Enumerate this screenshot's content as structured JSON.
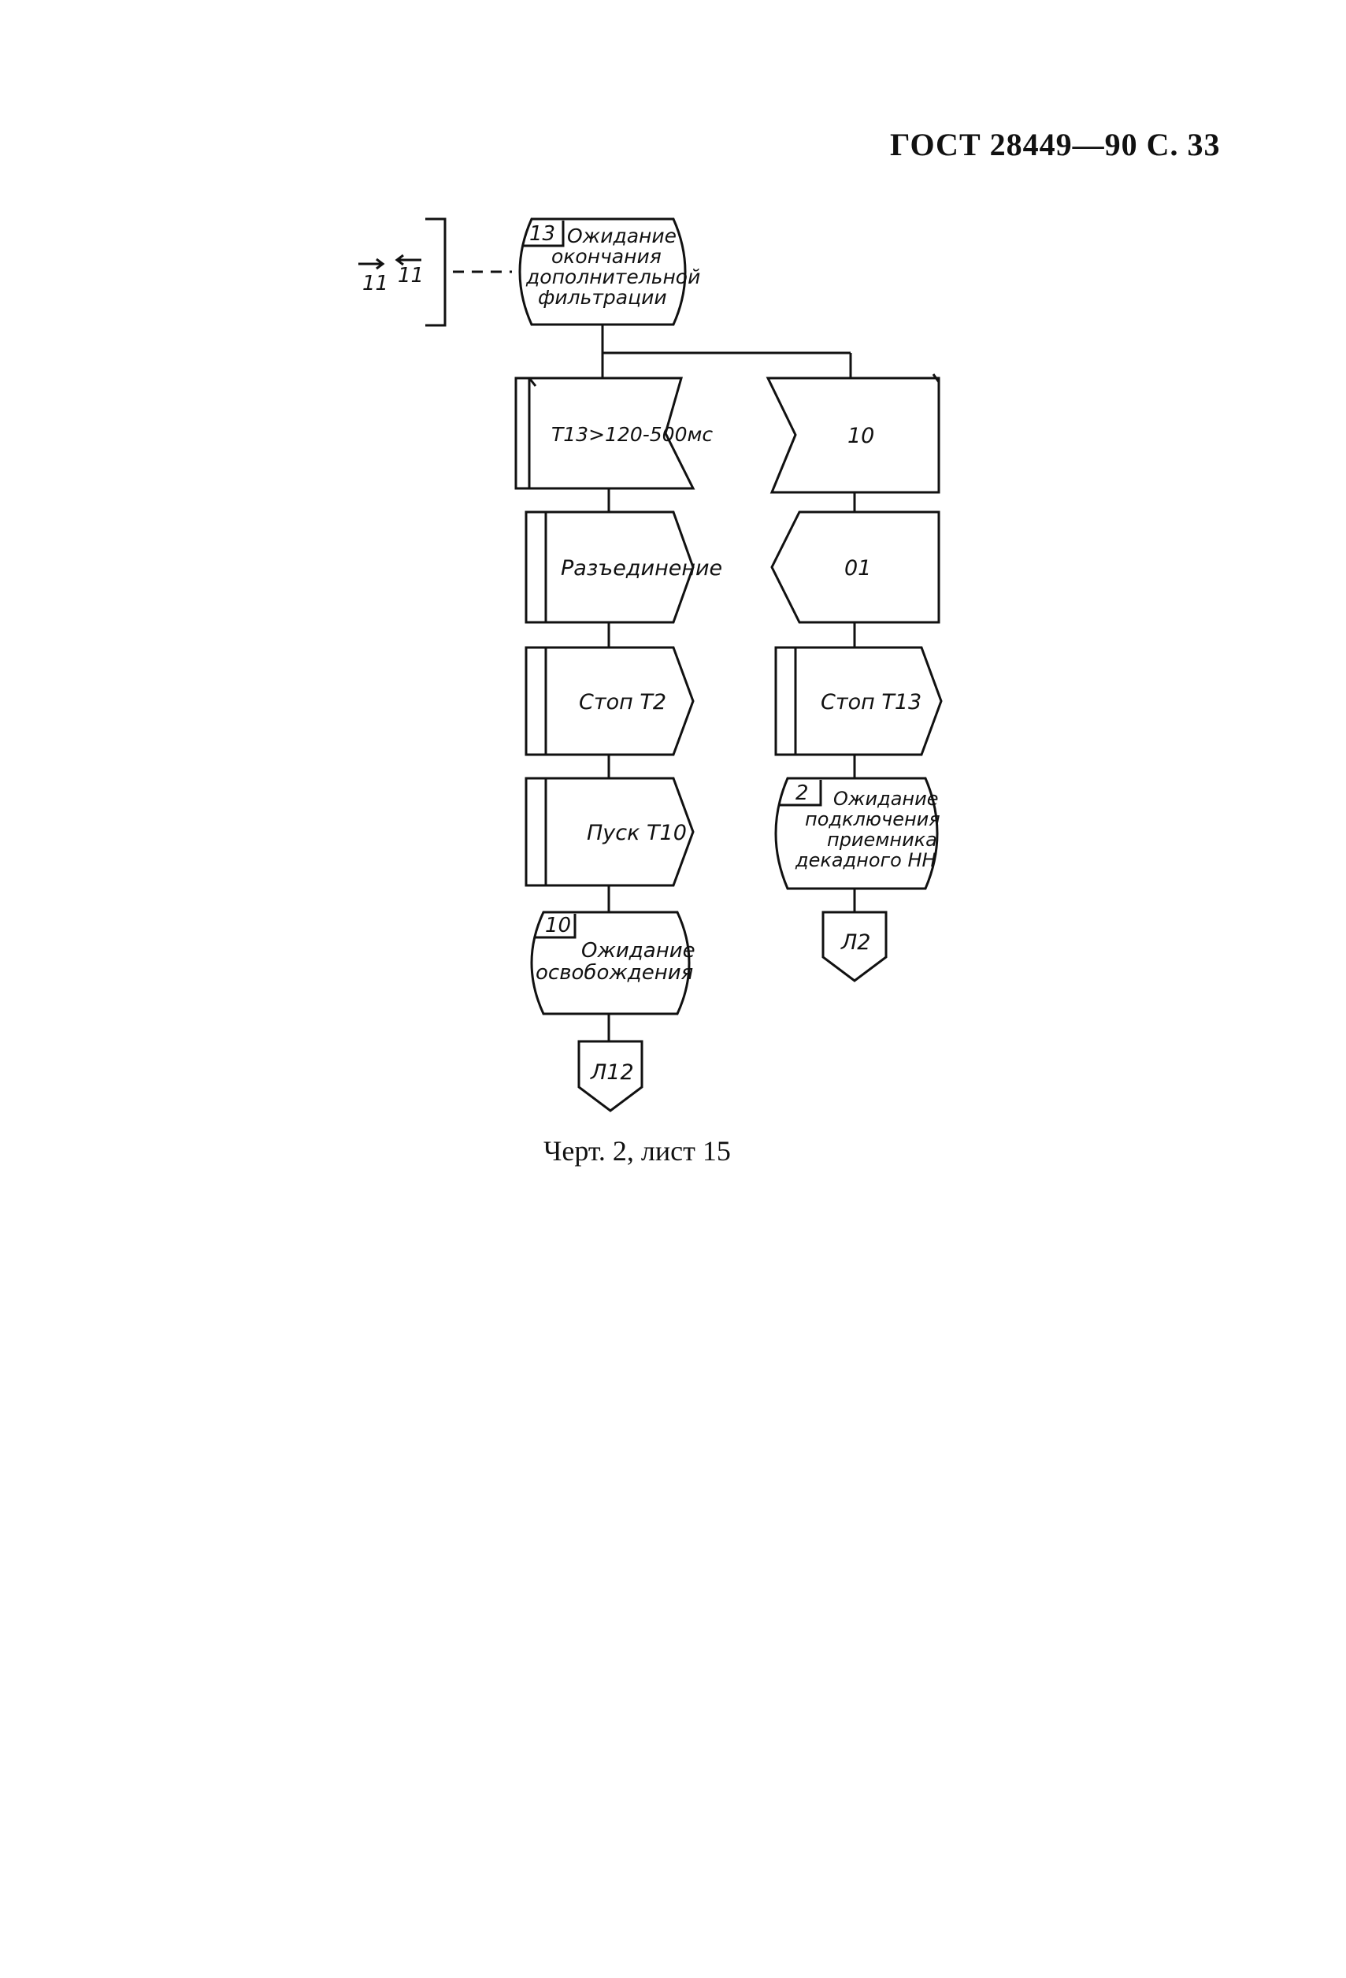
{
  "header": {
    "text": "ГОСТ 28449—90 С. 33"
  },
  "caption": {
    "text": "Черт. 2, лист 15"
  },
  "diagram": {
    "connector_left": {
      "in_label": "11",
      "out_label": "11"
    },
    "state_13": {
      "number": "13",
      "lines": [
        "Ожидание",
        "окончания",
        "дополнительной",
        "фильтрации"
      ]
    },
    "left_branch": {
      "input": "T13>120-500мс",
      "output": "Разъединение",
      "task_stop": "Стоп Т2",
      "task_start": "Пуск Т10",
      "state_10": {
        "number": "10",
        "lines": [
          "Ожидание",
          "освобождения"
        ]
      },
      "connector": "Л12"
    },
    "right_branch": {
      "input": "10",
      "output": "01",
      "task_stop": "Стоп Т13",
      "state_2": {
        "number": "2",
        "lines": [
          "Ожидание",
          "подключения",
          "приемника",
          "декадного НН"
        ]
      },
      "connector": "Л2"
    }
  }
}
